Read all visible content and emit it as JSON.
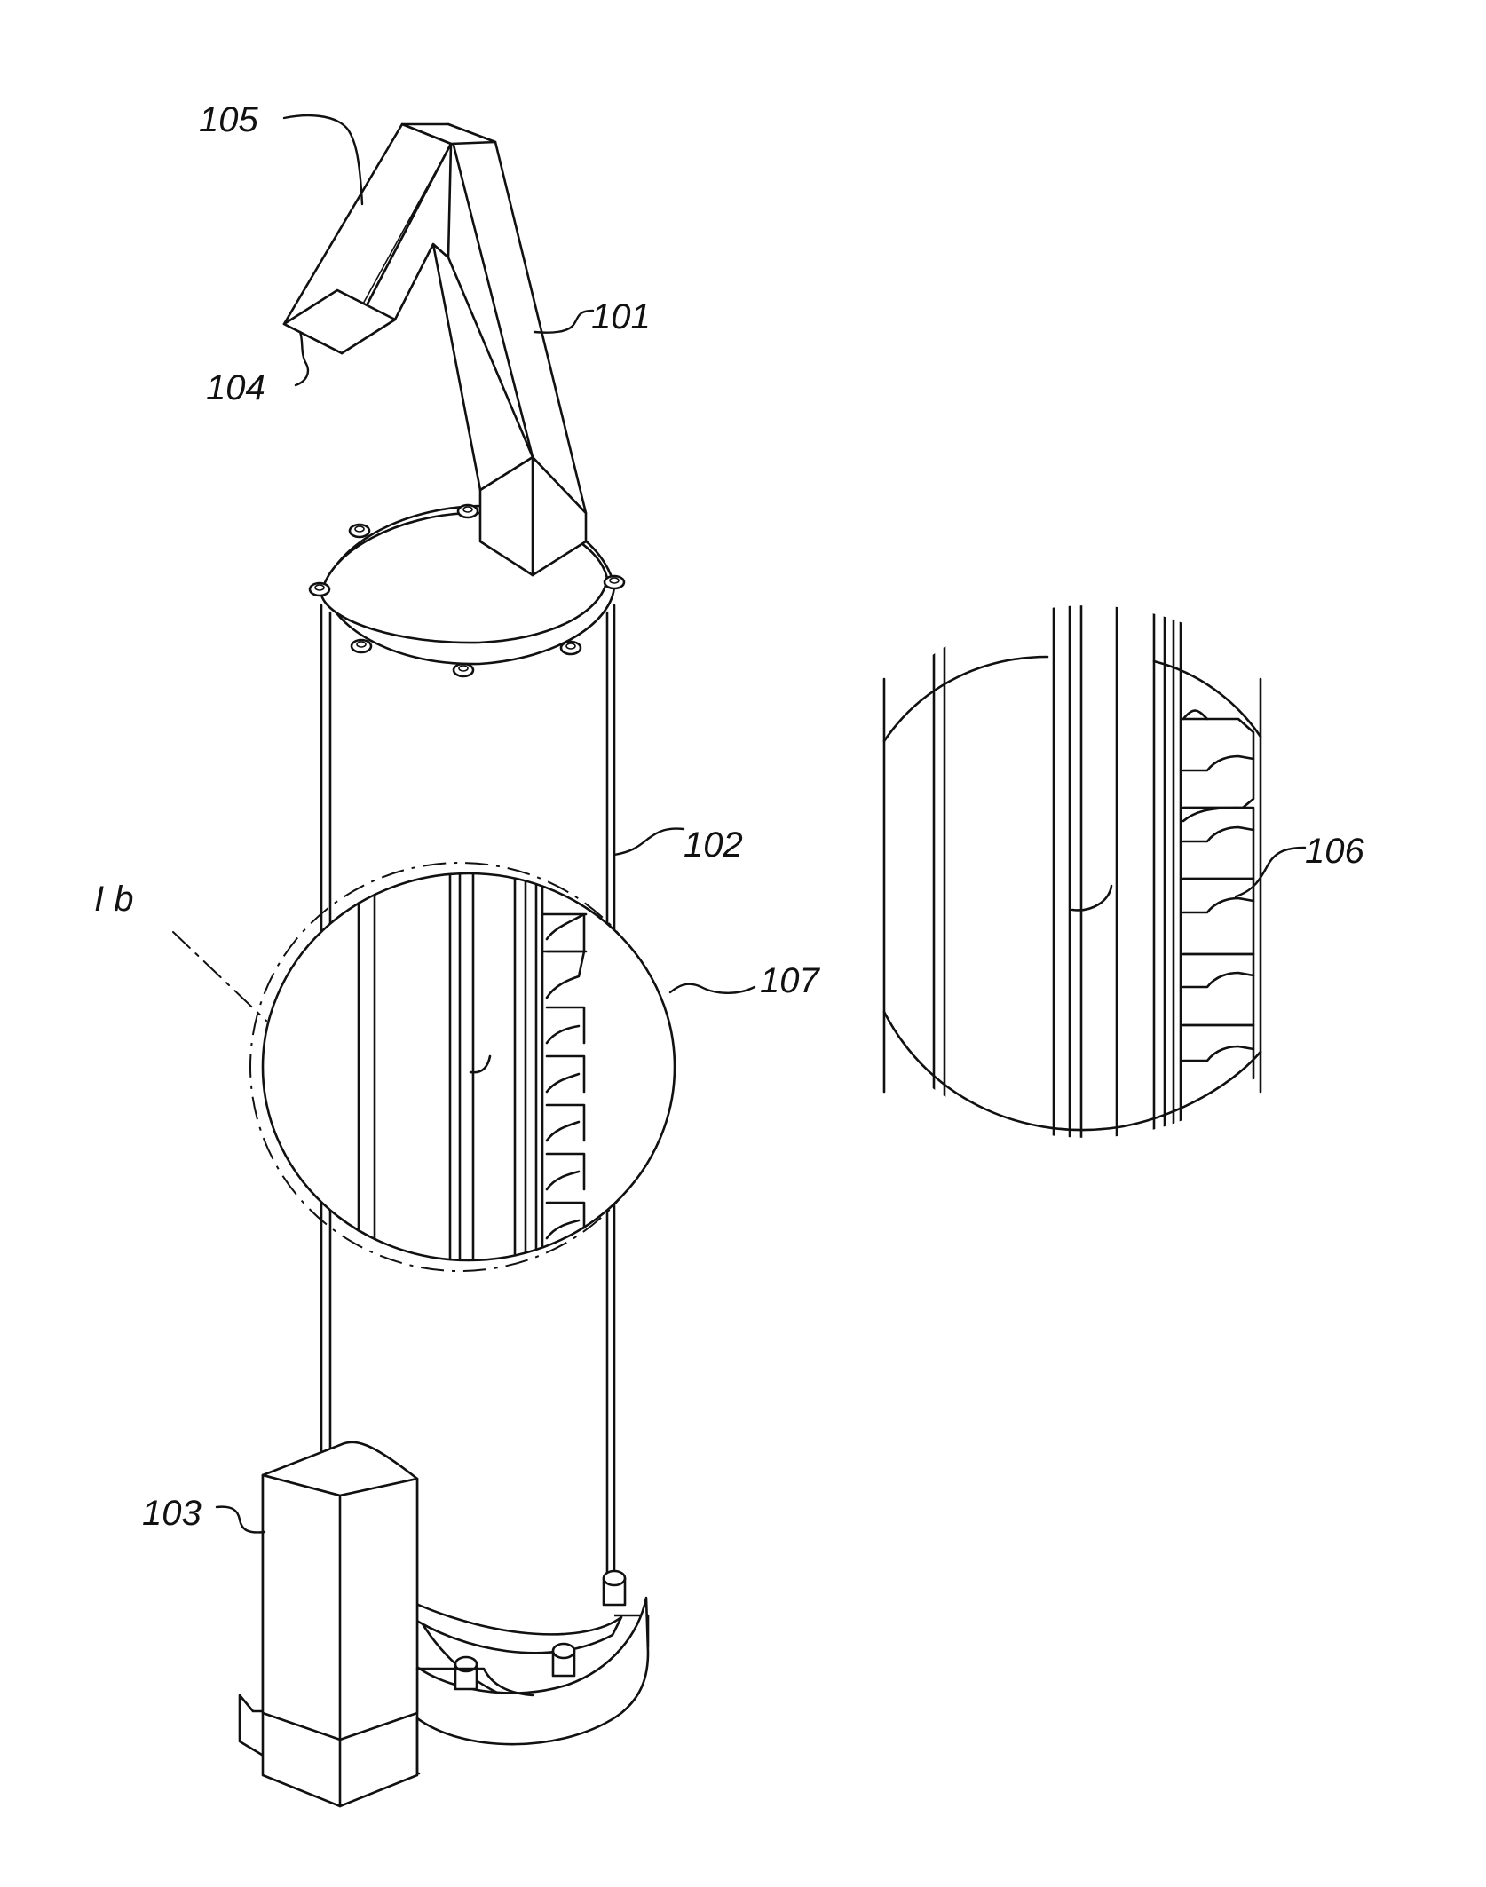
{
  "figure": {
    "labels": {
      "l105": "105",
      "l101": "101",
      "l104": "104",
      "l102": "102",
      "l106": "106",
      "l107": "107",
      "lIb": "I b",
      "l103": "103"
    }
  }
}
